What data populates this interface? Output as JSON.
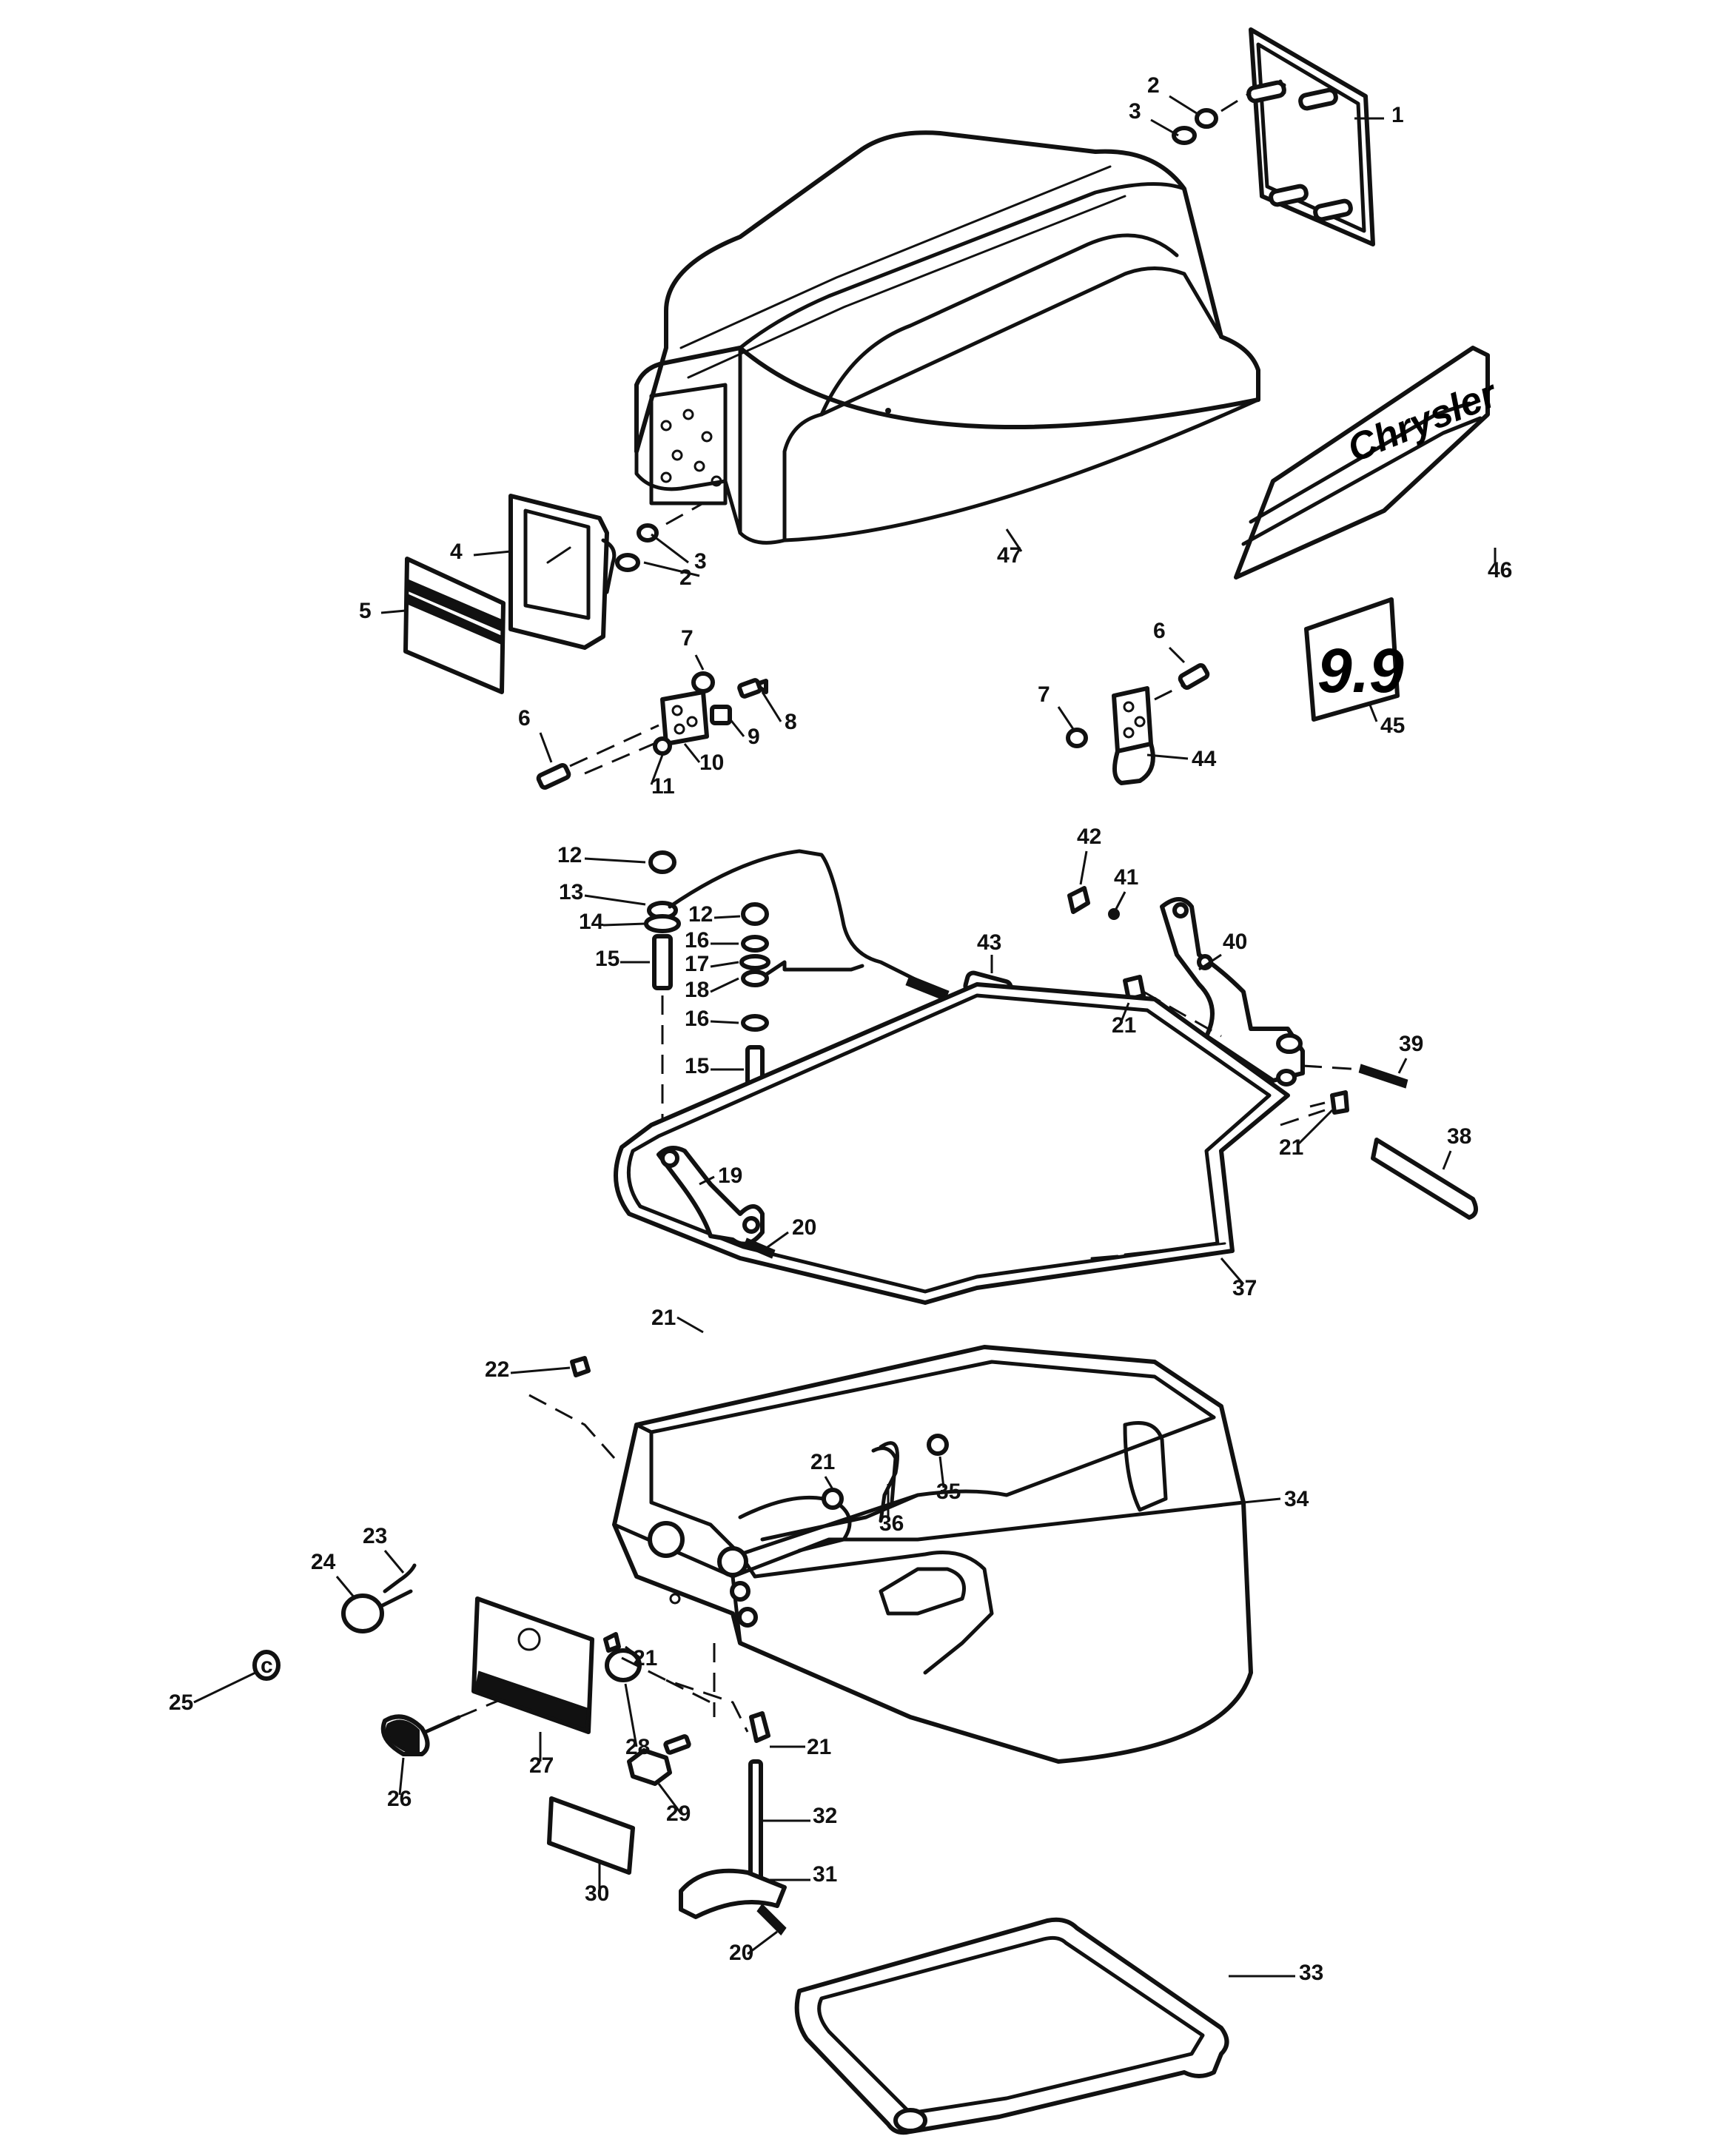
{
  "figure": {
    "type": "exploded-parts-diagram",
    "decals": {
      "brand": "Chrysler",
      "model": "9.9"
    },
    "callouts": [
      {
        "id": "c1",
        "label": "1"
      },
      {
        "id": "c2a",
        "label": "2"
      },
      {
        "id": "c3a",
        "label": "3"
      },
      {
        "id": "c2b",
        "label": "2"
      },
      {
        "id": "c3b",
        "label": "3"
      },
      {
        "id": "c4",
        "label": "4"
      },
      {
        "id": "c5",
        "label": "5"
      },
      {
        "id": "c6a",
        "label": "6"
      },
      {
        "id": "c7a",
        "label": "7"
      },
      {
        "id": "c8",
        "label": "8"
      },
      {
        "id": "c9",
        "label": "9"
      },
      {
        "id": "c10",
        "label": "10"
      },
      {
        "id": "c11",
        "label": "11"
      },
      {
        "id": "c6b",
        "label": "6"
      },
      {
        "id": "c7b",
        "label": "7"
      },
      {
        "id": "c44",
        "label": "44"
      },
      {
        "id": "c45",
        "label": "45"
      },
      {
        "id": "c46",
        "label": "46"
      },
      {
        "id": "c47",
        "label": "47"
      },
      {
        "id": "c12a",
        "label": "12"
      },
      {
        "id": "c13",
        "label": "13"
      },
      {
        "id": "c14",
        "label": "14"
      },
      {
        "id": "c15a",
        "label": "15"
      },
      {
        "id": "c12b",
        "label": "12"
      },
      {
        "id": "c16a",
        "label": "16"
      },
      {
        "id": "c17",
        "label": "17"
      },
      {
        "id": "c18",
        "label": "18"
      },
      {
        "id": "c16b",
        "label": "16"
      },
      {
        "id": "c15b",
        "label": "15"
      },
      {
        "id": "c43",
        "label": "43"
      },
      {
        "id": "c42",
        "label": "42"
      },
      {
        "id": "c41",
        "label": "41"
      },
      {
        "id": "c40",
        "label": "40"
      },
      {
        "id": "c21a",
        "label": "21"
      },
      {
        "id": "c39",
        "label": "39"
      },
      {
        "id": "c21b",
        "label": "21"
      },
      {
        "id": "c38",
        "label": "38"
      },
      {
        "id": "c19",
        "label": "19"
      },
      {
        "id": "c20a",
        "label": "20"
      },
      {
        "id": "c37",
        "label": "37"
      },
      {
        "id": "c21c",
        "label": "21"
      },
      {
        "id": "c22",
        "label": "22"
      },
      {
        "id": "c21d",
        "label": "21"
      },
      {
        "id": "c35",
        "label": "35"
      },
      {
        "id": "c36",
        "label": "36"
      },
      {
        "id": "c34",
        "label": "34"
      },
      {
        "id": "c23",
        "label": "23"
      },
      {
        "id": "c24",
        "label": "24"
      },
      {
        "id": "c25",
        "label": "25"
      },
      {
        "id": "c21e",
        "label": "21"
      },
      {
        "id": "c27",
        "label": "27"
      },
      {
        "id": "c26",
        "label": "26"
      },
      {
        "id": "c28",
        "label": "28"
      },
      {
        "id": "c21f",
        "label": "21"
      },
      {
        "id": "c29",
        "label": "29"
      },
      {
        "id": "c32",
        "label": "32"
      },
      {
        "id": "c31",
        "label": "31"
      },
      {
        "id": "c30",
        "label": "30"
      },
      {
        "id": "c20b",
        "label": "20"
      },
      {
        "id": "c33",
        "label": "33"
      }
    ]
  }
}
